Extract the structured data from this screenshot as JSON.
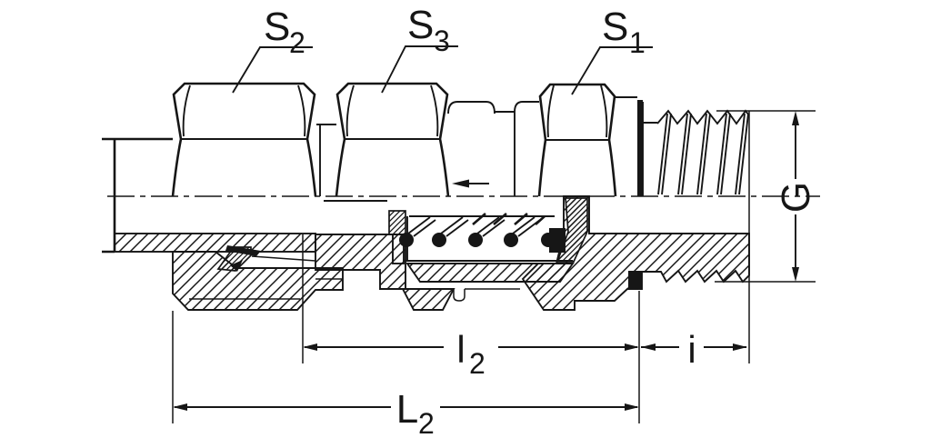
{
  "drawing": {
    "part_labels": {
      "s2": {
        "base": "S",
        "sub": "2"
      },
      "s3": {
        "base": "S",
        "sub": "3"
      },
      "s1": {
        "base": "S",
        "sub": "1"
      }
    },
    "dimensions": {
      "l2": {
        "base": "l",
        "sub": "2"
      },
      "i": {
        "base": "i"
      },
      "L2": {
        "base": "L",
        "sub": "2"
      },
      "G": {
        "base": "G"
      }
    },
    "colors": {
      "ink": "#161616",
      "background": "#ffffff"
    }
  }
}
